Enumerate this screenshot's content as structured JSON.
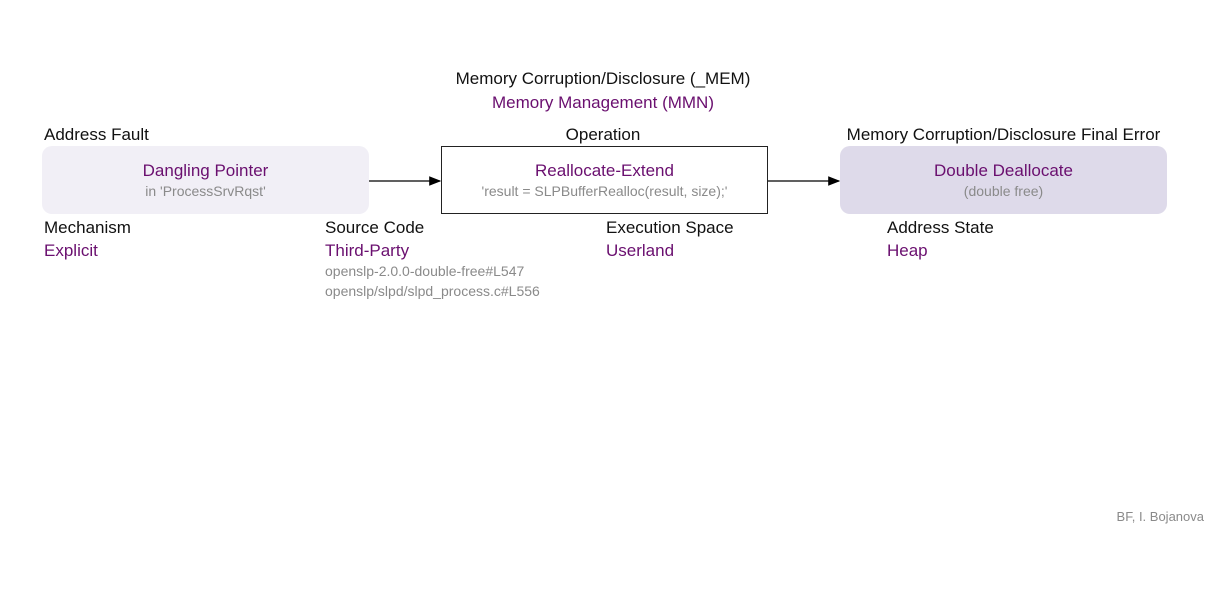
{
  "header": {
    "class_title": "Memory Corruption/Disclosure (_MEM)",
    "class_subtitle": "Memory Management (MMN)"
  },
  "nodes": [
    {
      "heading": "Address Fault",
      "main": "Dangling Pointer",
      "sub": "in 'ProcessSrvRqst'"
    },
    {
      "heading": "Operation",
      "main": "Reallocate-Extend",
      "sub": "'result = SLPBufferRealloc(result, size);'"
    },
    {
      "heading": "Memory Corruption/Disclosure Final Error",
      "main": "Double Deallocate",
      "sub": "(double free)"
    }
  ],
  "attributes": {
    "mechanism": {
      "label": "Mechanism",
      "value": "Explicit"
    },
    "source_code": {
      "label": "Source Code",
      "value": "Third-Party",
      "refs": [
        "openslp-2.0.0-double-free#L547",
        "openslp/slpd/slpd_process.c#L556"
      ]
    },
    "execution_space": {
      "label": "Execution Space",
      "value": "Userland"
    },
    "address_state": {
      "label": "Address State",
      "value": "Heap"
    }
  },
  "footer": {
    "credit": "BF, I. Bojanova"
  },
  "colors": {
    "purple_text": "#6a0f6f",
    "gray_text": "#8a8a8a",
    "box1_fill": "#f1eff6",
    "box3_fill": "#dedaea"
  }
}
